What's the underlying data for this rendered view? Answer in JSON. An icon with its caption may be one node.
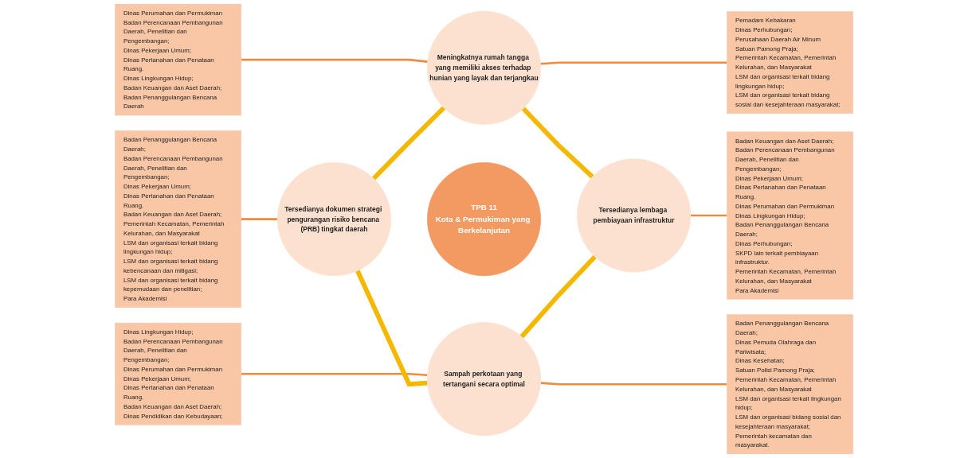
{
  "diagram": {
    "nodes": [
      {
        "text": [
          "Dinas Perumahan dan Permukiman",
          "Badan Perencanaan Pembangunan Daerah, Penelitian dan Pengembangan;",
          "Dinas Pekerjaan Umum;",
          "Dinas Pertanahan dan Penataan Ruang.",
          "Dinas Lingkungan Hidup;",
          "Badan Keuangan dan Aset Daerah;",
          "Badan Penanggulangan Bencana Daerah"
        ]
      },
      {
        "text": [
          "Meningkatnya rumah tangga yang memiliki akses terhadap hunian yang layak dan terjangkau"
        ]
      },
      {
        "text": [
          "Pemadam Kebakaran",
          "Dinas Perhubungan;",
          "Perusahaan Daerah Air Minum",
          "Satuan Pamong Praja;",
          "Pemerintah Kecamatan, Pemerintah Kelurahan, dan Masyarakat",
          "LSM dan organisasi terkait bidang lingkungan hidup;",
          "LSM dan organisasi terkait bidang sosial dan kesejahteraan masyarakat;"
        ]
      },
      {
        "text": [
          "Badan Penanggulangan Bencana Daerah;",
          "Badan Perencanaan Pembangunan Daerah, Penelitian dan Pengembangan;",
          "Dinas Pekerjaan Umum;",
          "Dinas Pertanahan dan Penataan Ruang.",
          "Badan Keuangan dan Aset Daerah;",
          "Pemerintah Kecamatan, Pemerintah Kelurahan, dan Masyarakat",
          "LSM dan organisasi terkait bidang lingkungan hidup;",
          "LSM dan organisasi terkait bidang kebencanaan dan mitigasi;",
          "LSM dan organisasi terkait bidang kepemudaan dan penelitian;",
          "Para Akademisi"
        ]
      },
      {
        "text": [
          "Tersedianya dokumen strategi pengurangan risiko bencana (PRB) tingkat daerah"
        ]
      },
      {
        "text": [
          "TPB 11",
          "Kota & Permukiman yang Berkelanjutan"
        ]
      },
      {
        "text": [
          "Tersedianya lembaga pembiayaan infrastruktur"
        ]
      },
      {
        "text": [
          "Badan Keuangan dan Aset Daerah;",
          "Badan Perencanaan Pembangunan Daerah, Penelitian dan Pengembangan;",
          "Dinas Pekerjaan Umum;",
          "Dinas Pertanahan dan Penataan Ruang.",
          "Dinas Perumahan dan Permukiman",
          "Dinas Lingkungan Hidup;",
          "Badan Penanggulangan Bencana Daerah;",
          "Dinas Perhubungan;",
          "SKPD lain terkait pembiayaan infrastruktur.",
          "Pemerintah Kecamatan, Pemerintah Kelurahan, dan Masyarakat",
          "Para Akademisi"
        ]
      },
      {
        "text": [
          "Dinas Lingkungan Hidup;",
          "Badan Perencanaan Pembangunan Daerah, Penelitian dan Pengembangan;",
          "Dinas Perumahan dan Permukiman",
          "Dinas Pekerjaan Umum;",
          "Dinas Pertanahan dan Penataan Ruang.",
          "Badan Keuangan dan Aset Daerah;",
          "Dinas Pendidikan dan Kebudayaan;"
        ]
      },
      {
        "text": [
          "Sampah perkotaan yang tertangani secara optimal"
        ]
      },
      {
        "text": [
          "Badan Penanggulangan Bencana Daerah;",
          "Dinas Pemuda Olahraga dan Pariwisata;",
          "Dinas Kesehatan;",
          "Satuan Polisi Pamong Praja;",
          "Pemerintah Kecamatan, Pemerintah Kelurahan, dan Masyarakat",
          "LSM dan organisasi terkait lingkungan hidup;",
          "LSM dan organisasi bidang sosial dan kesejahteraan masyarakat;",
          "Pemerintah kecamatan dan masyarakat."
        ]
      }
    ],
    "edges": [
      {
        "from": 0,
        "to": 1,
        "arrow": "none"
      },
      {
        "from": 1,
        "to": 2,
        "arrow": "none"
      },
      {
        "from": 3,
        "to": 4,
        "arrow": "none"
      },
      {
        "from": 6,
        "to": 7,
        "arrow": "none"
      },
      {
        "from": 8,
        "to": 9,
        "arrow": "none"
      },
      {
        "from": 9,
        "to": 10,
        "arrow": "none"
      },
      {
        "from": 4,
        "to": 1,
        "arrow": "none",
        "style": "thick",
        "color": "#f5b800"
      },
      {
        "from": 1,
        "to": 6,
        "arrow": "none",
        "style": "thick",
        "color": "#f5b800"
      },
      {
        "from": 4,
        "to": 9,
        "arrow": "none",
        "style": "thick",
        "color": "#f5b800"
      },
      {
        "from": 9,
        "to": 6,
        "arrow": "none",
        "style": "thick",
        "color": "#f5b800"
      }
    ]
  }
}
